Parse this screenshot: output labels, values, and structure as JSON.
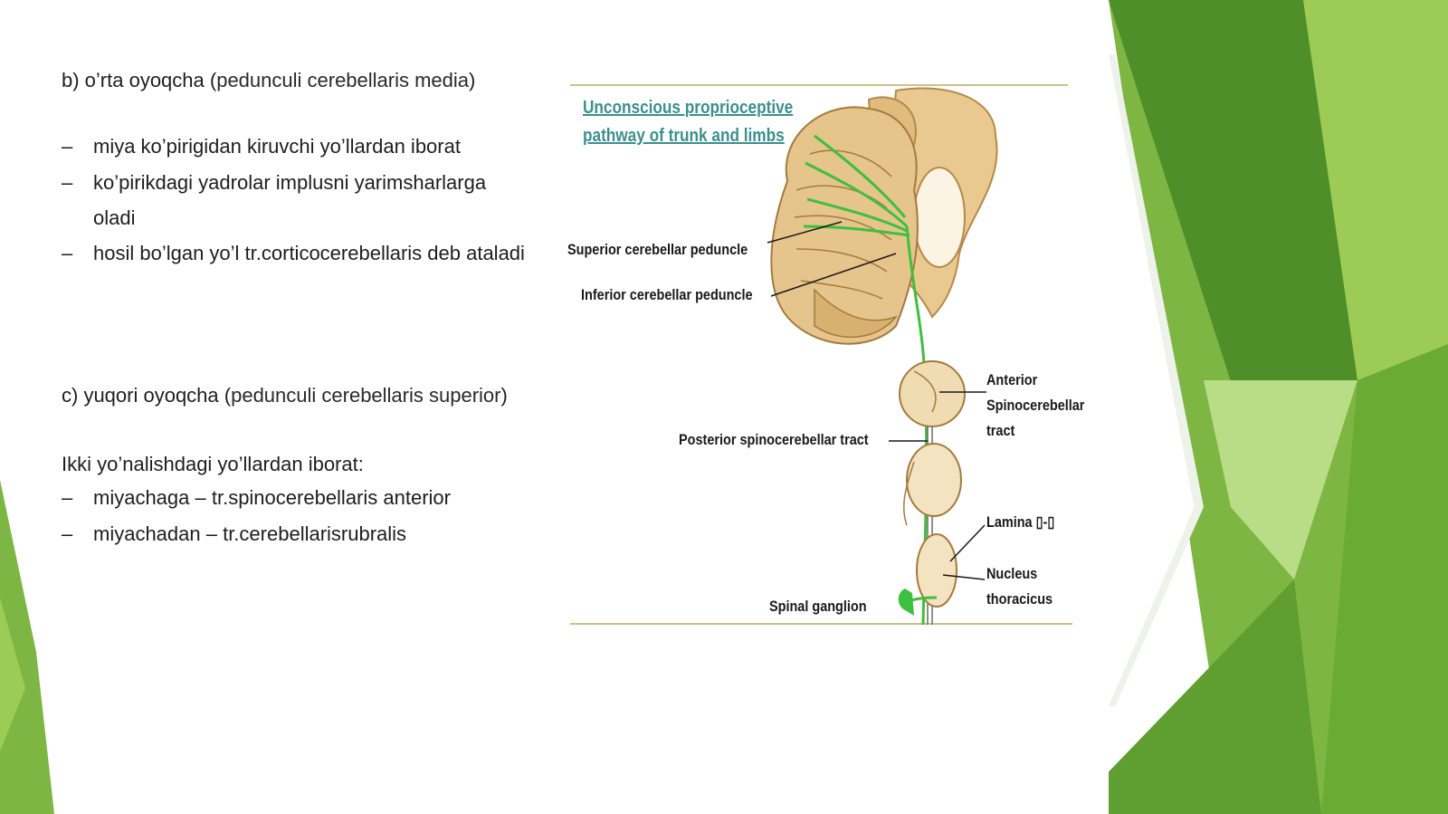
{
  "slide": {
    "section_b": {
      "heading_prefix": "b) o’rta oyoqcha (",
      "heading_term": "pedunculi cerebellaris media",
      "heading_suffix": ")",
      "bullets": [
        {
          "dash": "–",
          "text": "miya ko’pirigidan kiruvchi yo’llardan iborat"
        },
        {
          "dash": "–",
          "text": "ko’pirikdagi yadrolar implusni yarimsharlarga oladi"
        },
        {
          "dash": "–",
          "text": "hosil bo’lgan yo’l tr.corticocerebellaris deb ataladi"
        }
      ]
    },
    "section_c": {
      "heading_prefix": "c) yuqori oyoqcha (",
      "heading_term": "pedunculi cerebellaris superior",
      "heading_suffix": ")",
      "intro": "Ikki yo’nalishdagi yo’llardan iborat:",
      "bullets": [
        {
          "dash": "–",
          "text": "miyachaga – tr.spinocerebellaris anterior"
        },
        {
          "dash": "–",
          "text": "miyachadan – tr.cerebellarisrubralis"
        }
      ]
    }
  },
  "figure": {
    "title_line1": "Unconscious proprioceptive",
    "title_line2": "pathway  of trunk and limbs",
    "labels": {
      "superior_peduncle": "Superior cerebellar peduncle",
      "inferior_peduncle": "Inferior cerebellar peduncle",
      "anterior_tract_1": "Anterior",
      "anterior_tract_2": "Spinocerebellar",
      "anterior_tract_3": "tract",
      "posterior_tract": "Posterior spinocerebellar tract",
      "lamina": "Lamina ▯-▯",
      "nucleus_1": "Nucleus",
      "nucleus_2": "thoracicus",
      "spinal_ganglion": "Spinal  ganglion"
    }
  },
  "colors": {
    "accent_green_dark": "#5a9a2c",
    "accent_green_light": "#8cc63f",
    "pathway_green": "#3fbf3f",
    "figure_title": "#3d8f8f",
    "tissue": "#e3c48e"
  }
}
